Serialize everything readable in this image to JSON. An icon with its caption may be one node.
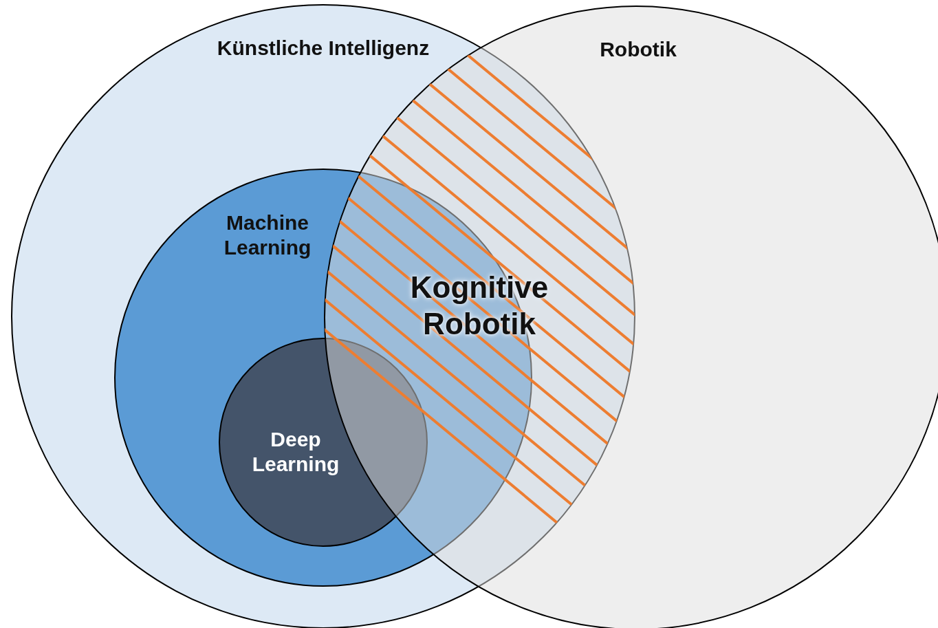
{
  "diagram": {
    "nodes": [
      {
        "text": [
          "Künstliche Intelligenz"
        ]
      },
      {
        "text": [
          "Machine Learning"
        ],
        "in": 0
      },
      {
        "text": [
          "Deep Learning"
        ],
        "in": 1
      },
      {
        "text": [
          "Robotik"
        ]
      },
      {
        "text": [
          "Kognitive Robotik"
        ]
      }
    ],
    "edges": []
  }
}
